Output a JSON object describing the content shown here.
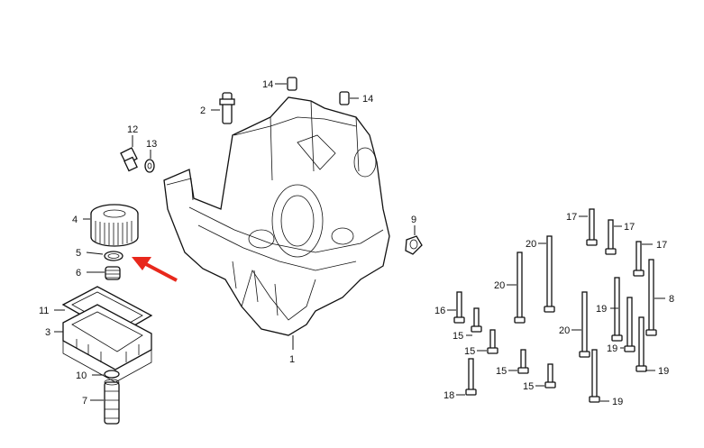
{
  "callouts": {
    "c1": "1",
    "c2": "2",
    "c3": "3",
    "c4": "4",
    "c5": "5",
    "c6": "6",
    "c7": "7",
    "c8": "8",
    "c9": "9",
    "c10": "10",
    "c11": "11",
    "c12": "12",
    "c13": "13",
    "c14a": "14",
    "c14b": "14",
    "c15a": "15",
    "c15b": "15",
    "c15c": "15",
    "c15d": "15",
    "c16": "16",
    "c17a": "17",
    "c17b": "17",
    "c17c": "17",
    "c18": "18",
    "c19a": "19",
    "c19b": "19",
    "c19c": "19",
    "c19d": "19",
    "c20a": "20",
    "c20b": "20",
    "c20c": "20"
  },
  "colors": {
    "line": "#111111",
    "arrow": "#e8281c",
    "background": "#ffffff"
  },
  "highlight": {
    "target_part": "5",
    "icon": "red-arrow-icon"
  }
}
